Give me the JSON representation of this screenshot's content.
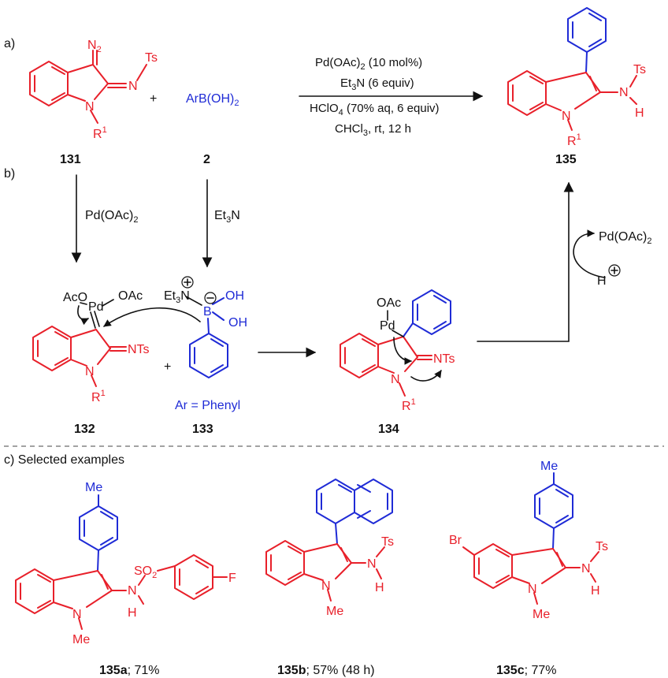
{
  "section_labels": {
    "a": "a)",
    "b": "b)",
    "c": "c) Selected examples"
  },
  "conditions": [
    "Pd(OAc)2 (10 mol%)",
    "Et3N (6 equiv)",
    "HClO4 (70% aq, 6 equiv)",
    "CHCl3, rt, 12 h"
  ],
  "plus": "+",
  "reagent_ArB": "ArB(OH)2",
  "step_reagents": {
    "pd": "Pd(OAc)2",
    "et3n": "Et3N",
    "pd_out": "Pd(OAc)2",
    "h_in": "H"
  },
  "atom_labels": {
    "N2": "N2",
    "N": "N",
    "Ts": "Ts",
    "R1": "R1",
    "H": "H",
    "NTs": "NTs",
    "AcO": "AcO",
    "OAc": "OAc",
    "Pd": "Pd",
    "Et3N": "Et3N",
    "B": "B",
    "OH": "OH",
    "Me": "Me",
    "Br": "Br",
    "SO2": "SO2",
    "F": "F"
  },
  "ar_def": "Ar = Phenyl",
  "compounds": {
    "c131": "131",
    "c2": "2",
    "c135": "135",
    "c132": "132",
    "c133": "133",
    "c134": "134"
  },
  "examples": [
    {
      "id": "135a",
      "yield": "; 71%"
    },
    {
      "id": "135b",
      "yield": "; 57% (48 h)"
    },
    {
      "id": "135c",
      "yield": "; 77%"
    }
  ],
  "colors": {
    "scaffold": "#e8202a",
    "aryl": "#1f2bd6",
    "text": "#111111"
  }
}
